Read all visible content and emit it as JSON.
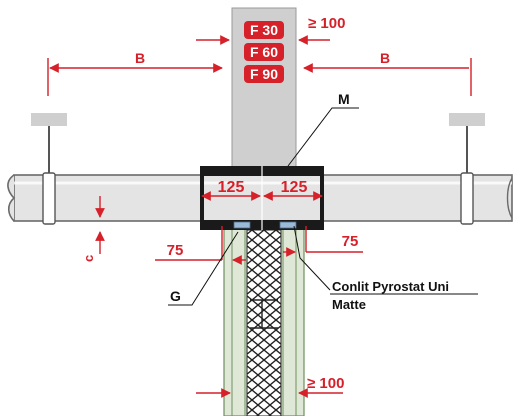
{
  "ratings": [
    "F 30",
    "F 60",
    "F 90"
  ],
  "dims": {
    "top_ge": "≥ 100",
    "bottom_ge": "≥ 100",
    "b_left": "B",
    "b_right": "B",
    "sleeve_left": "125",
    "sleeve_right": "125",
    "offset_left": "75",
    "offset_right": "75",
    "c": "c"
  },
  "labels": {
    "m": "M",
    "g": "G",
    "product_line1": "Conlit Pyrostat Uni",
    "product_line2": "Matte"
  },
  "colors": {
    "dimension_red": "#d6202a",
    "wall_gray": "#cfcfcf",
    "pipe_fill": "#e4e4e4",
    "board_green": "#dfe8d6"
  }
}
